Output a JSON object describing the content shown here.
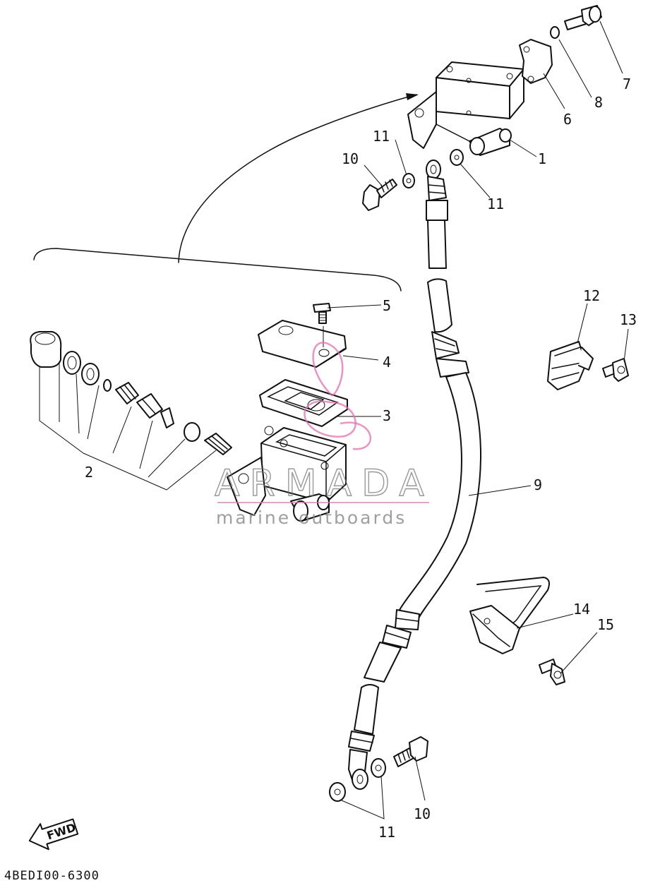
{
  "callouts": {
    "p1": "1",
    "p2": "2",
    "p3": "3",
    "p4": "4",
    "p5": "5",
    "p6": "6",
    "p7": "7",
    "p8": "8",
    "p9": "9",
    "p10a": "10",
    "p10b": "10",
    "p11a": "11",
    "p11b": "11",
    "p11c": "11",
    "p12": "12",
    "p13": "13",
    "p14": "14",
    "p15": "15"
  },
  "fwd_label": "FWD",
  "diagram_code": "4BEDI00-6300",
  "watermark": {
    "brand": "ARMADA",
    "tagline": "marine outboards",
    "logo_color": "#e070b0"
  }
}
